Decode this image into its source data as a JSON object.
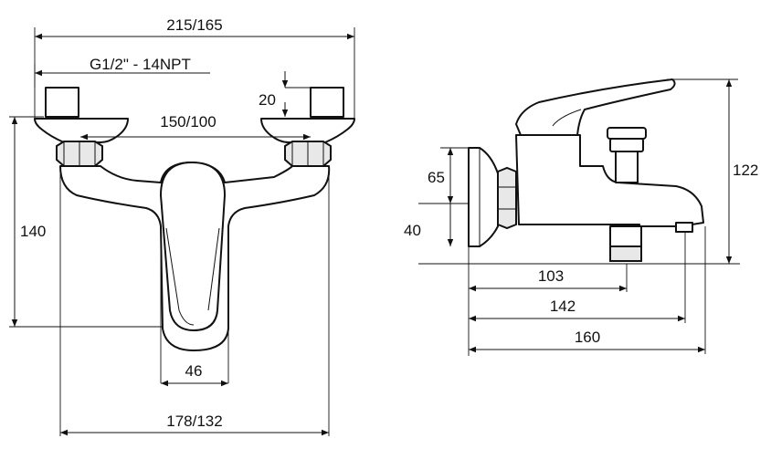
{
  "front_view": {
    "overall_width": "215/165",
    "thread": "G1/2\" - 14NPT",
    "eccentric_height": "20",
    "center_distance": "150/100",
    "height": "140",
    "lever_width": "46",
    "body_width": "178/132"
  },
  "side_view": {
    "flange_height": "65",
    "flange_offset": "40",
    "total_height": "122",
    "outlet_distance": "103",
    "spout_distance": "142",
    "total_depth": "160"
  }
}
